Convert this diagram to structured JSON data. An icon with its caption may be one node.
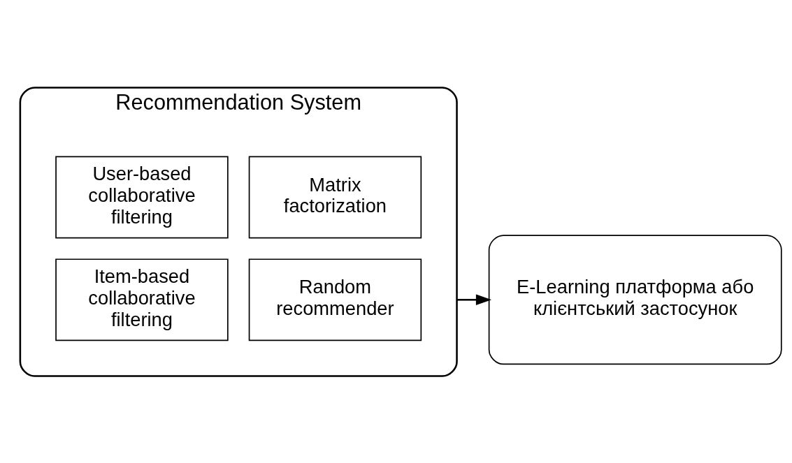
{
  "diagram": {
    "nodes": [
      {
        "text": [
          "Recommendation System"
        ]
      },
      {
        "text": [
          "User-based collaborative filtering"
        ],
        "in": 0
      },
      {
        "text": [
          "Matrix factorization"
        ],
        "in": 0
      },
      {
        "text": [
          "Item-based collaborative filtering"
        ],
        "in": 0
      },
      {
        "text": [
          "Random recommender"
        ],
        "in": 0
      },
      {
        "text": [
          "E-Learning платформа або клієнтський застосунок"
        ]
      }
    ],
    "edges": [
      {
        "from": 0,
        "to": 5,
        "arrow": "to"
      }
    ]
  }
}
